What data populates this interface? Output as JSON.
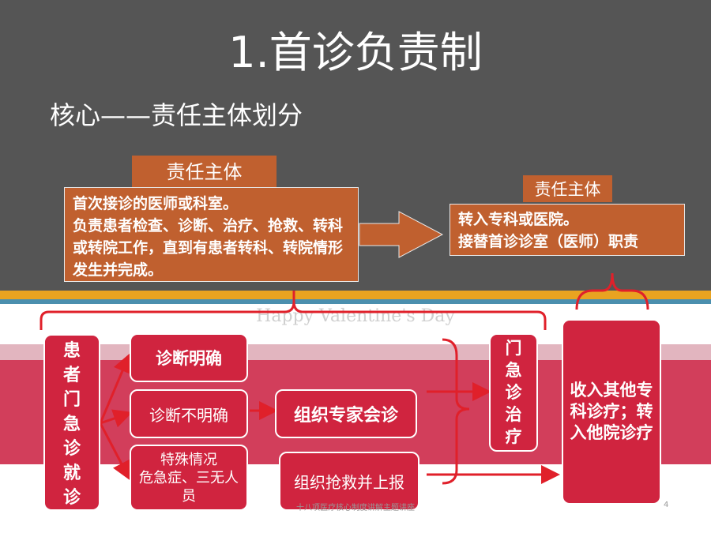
{
  "slide": {
    "title": "1.首诊负责制",
    "subtitle": "核心——责任主体划分",
    "watermark": "Happy Valentine's Day",
    "footer": "十八项医疗核心制度讲解主题讲座",
    "page_number": "4"
  },
  "responsibility": {
    "tag_left": "责任主体",
    "box_left_text": "首次接诊的医师或科室。\n负责患者检查、诊断、治疗、抢救、转科或转院工作，直到有患者转科、转院情形发生并完成。",
    "tag_right": "责任主体",
    "box_right_text": "转入专科或医院。\n接替首诊诊室（医师）职责"
  },
  "flow": {
    "patient": "患者门急诊就诊",
    "diagnosis_clear": "诊断明确",
    "diagnosis_unclear": "诊断不明确",
    "special_case": "特殊情况\n危急症、三无人员",
    "expert_consult": "组织专家会诊",
    "rescue_report": "组织抢救并上报",
    "clinic_treatment": "门急诊治疗",
    "transfer": "收入其他专科诊疗；转入他院诊疗"
  },
  "colors": {
    "dark_background": "#555555",
    "orange_box": "#c0602f",
    "red_box": "#d0243f",
    "accent_gold": "#e9a321",
    "accent_blue": "#4b8fae",
    "arrow_red": "#e0202a"
  }
}
